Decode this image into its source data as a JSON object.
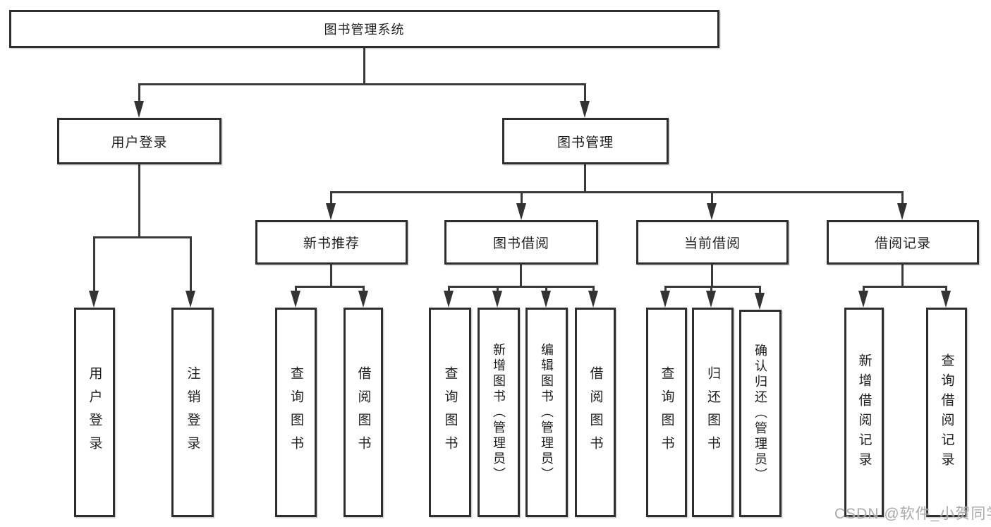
{
  "nodes": {
    "root": "图书管理系统",
    "user_login": "用户登录",
    "book_mgmt": "图书管理",
    "new_book_rec": "新书推荐",
    "book_borrow": "图书借阅",
    "current_borrow": "当前借阅",
    "borrow_records": "借阅记录",
    "ul_login": "用户登录",
    "ul_logout": "注销登录",
    "nbr_query_books": "查询图书",
    "nbr_borrow_books": "借阅图书",
    "bb_query_books": "查询图书",
    "bb_add_books_admin": "新增图书（管理员）",
    "bb_edit_books_admin": "编辑图书（管理员）",
    "bb_borrow_books": "借阅图书",
    "cb_query_books": "查询图书",
    "cb_return_books": "归还图书",
    "cb_confirm_return_admin": "确认归还（管理员）",
    "br_add_record": "新增借阅记录",
    "br_query_record": "查询借阅记录"
  },
  "watermark": "CSDN @软件_小贺同学",
  "colors": {
    "line": "#3a3a3a",
    "box_border": "#2e2e2e",
    "text": "#1f1f1f",
    "watermark": "#a3a3a3",
    "background": "#ffffff"
  }
}
